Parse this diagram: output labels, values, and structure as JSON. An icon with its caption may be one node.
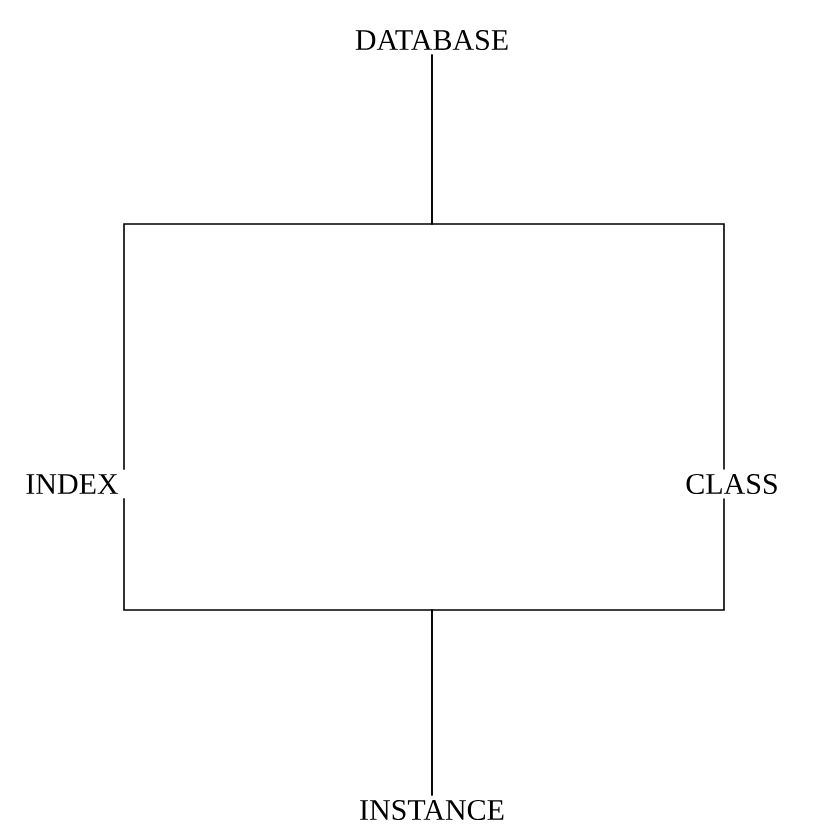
{
  "diagram": {
    "nodes": [
      {
        "text": [
          "DATABASE"
        ]
      },
      {
        "text": [
          "INDEX"
        ]
      },
      {
        "text": [
          "CLASS"
        ]
      },
      {
        "text": [
          "INSTANCE"
        ]
      }
    ],
    "edges": [
      {
        "from": 0,
        "to": 1,
        "arrow": "none"
      },
      {
        "from": 0,
        "to": 2,
        "arrow": "none"
      },
      {
        "from": 1,
        "to": 3,
        "arrow": "none"
      },
      {
        "from": 2,
        "to": 3,
        "arrow": "none"
      }
    ]
  }
}
